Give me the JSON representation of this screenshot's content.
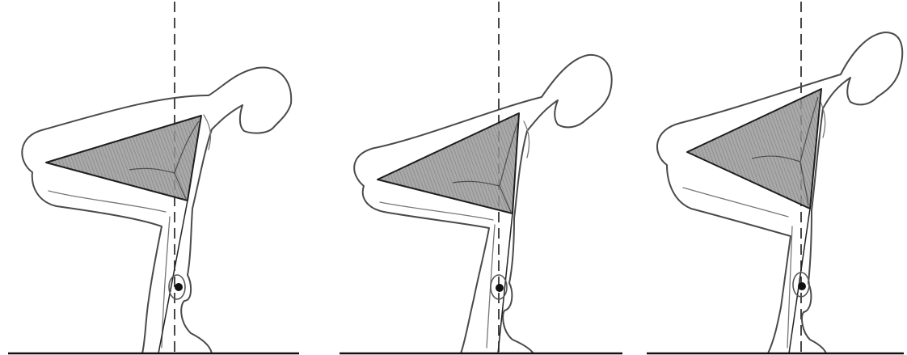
{
  "figure": {
    "panels": [
      {
        "id": "panel-1",
        "description_visible_text": ""
      },
      {
        "id": "panel-2",
        "description_visible_text": ""
      },
      {
        "id": "panel-3",
        "description_visible_text": ""
      }
    ],
    "colors": {
      "triangle_shade": "#8c8c8c",
      "outline": "#4a4a4a",
      "reference_line": "#1a1a1a",
      "floor": "#111111",
      "background": "#ffffff"
    },
    "icons": [
      "dashed-vertical-reference-line",
      "shaded-triangle",
      "barbell-end-dot",
      "floor-line"
    ]
  }
}
